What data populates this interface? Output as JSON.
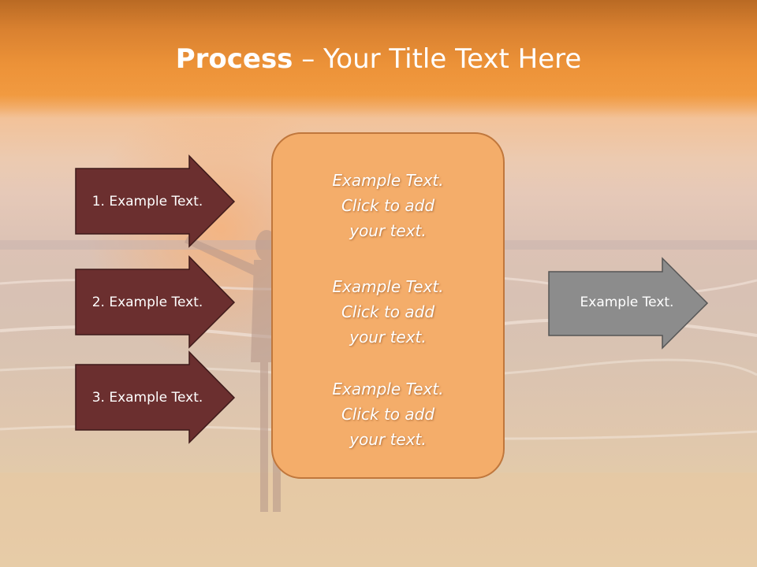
{
  "slide": {
    "title_bold": "Process",
    "title_rest": " – Your Title Text Here"
  },
  "left_arrows": [
    {
      "label": "1. Example Text."
    },
    {
      "label": "2. Example Text."
    },
    {
      "label": "3. Example Text."
    }
  ],
  "center_box": {
    "paragraphs": [
      {
        "line1": "Example Text.",
        "line2": "Click  to add",
        "line3": "your text."
      },
      {
        "line1": "Example Text.",
        "line2": "Click  to add",
        "line3": "your text."
      },
      {
        "line1": "Example Text.",
        "line2": "Click  to add",
        "line3": "your text."
      }
    ]
  },
  "right_arrow": {
    "label": "Example Text."
  },
  "colors": {
    "title_band": "#ec9238",
    "left_arrow_fill": "#6b2f2f",
    "center_box_fill": "#f4ad6a",
    "right_arrow_fill": "#8c8c8c"
  }
}
